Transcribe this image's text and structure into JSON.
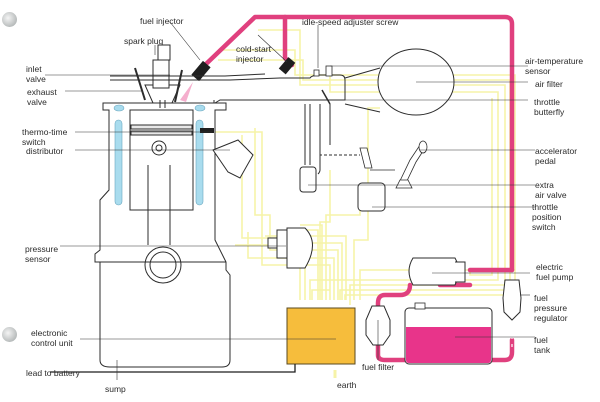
{
  "diagram": {
    "title": "Fuel injection system",
    "colors": {
      "fuel_line": "#e0407e",
      "fuel_line_dark": "#c92c68",
      "wiring": "#f6f3a8",
      "coolant": "#a9dcee",
      "ecu": "#f6bd3c",
      "fuel_in_tank": "#e8348a",
      "outline": "#2c2c2c"
    },
    "labels": {
      "fuel_injector": "fuel injector",
      "spark_plug": "spark plug",
      "cold_start_injector": "cold-start\ninjector",
      "idle_speed_adjuster_screw": "idle-speed adjuster screw",
      "inlet_valve": "inlet\nvalve",
      "exhaust_valve": "exhaust\nvalve",
      "thermo_time_switch": "thermo-time\nswitch",
      "distributor": "distributor",
      "pressure_sensor": "pressure\nsensor",
      "electronic_control_unit": "electronic\ncontrol unit",
      "lead_to_battery": "lead to battery",
      "sump": "sump",
      "air_temperature_sensor": "air-temperature\nsensor",
      "air_filter": "air filter",
      "throttle_butterfly": "throttle\nbutterfly",
      "accelerator_pedal": "accelerator\npedal",
      "extra_air_valve": "extra\nair valve",
      "throttle_position_switch": "throttle\nposition\nswitch",
      "electric_fuel_pump": "electric\nfuel pump",
      "fuel_pressure_regulator": "fuel\npressure\nregulator",
      "fuel_tank": "fuel\ntank",
      "fuel_filter": "fuel filter",
      "earth": "earth"
    }
  }
}
